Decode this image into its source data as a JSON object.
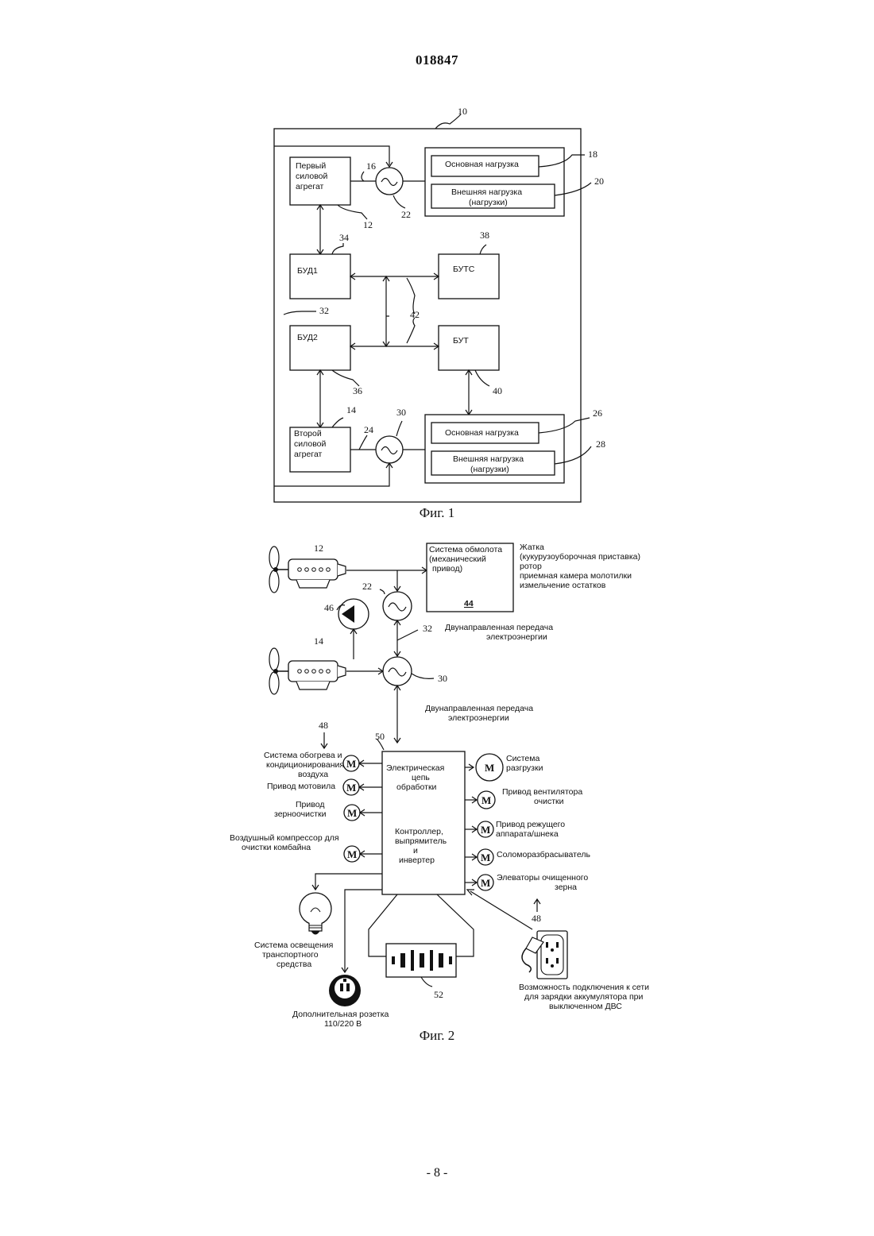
{
  "document_number": "018847",
  "page_number": "- 8 -",
  "fig1": {
    "caption": "Фиг. 1",
    "blocks": {
      "first_power_unit": [
        "Первый",
        "силовой",
        "агрегат"
      ],
      "second_power_unit": [
        "Второй",
        "силовой",
        "агрегат"
      ],
      "bud1": "БУД1",
      "bud2": "БУД2",
      "buts": "БУТС",
      "but": "БУТ",
      "main_load_top": "Основная нагрузка",
      "ext_load_top": [
        "Внешняя нагрузка",
        "(нагрузки)"
      ],
      "main_load_bottom": "Основная нагрузка",
      "ext_load_bottom": [
        "Внешняя нагрузка",
        "(нагрузки)"
      ]
    },
    "refs": [
      "10",
      "16",
      "18",
      "20",
      "22",
      "12",
      "34",
      "38",
      "42",
      "32",
      "36",
      "40",
      "14",
      "30",
      "24",
      "26",
      "28"
    ]
  },
  "fig2": {
    "caption": "Фиг. 2",
    "threshing_system": [
      "Система обмолота",
      "(механический",
      "привод)"
    ],
    "threshing_ref": "44",
    "header_list": [
      "Жатка",
      "(кукурузоуборочная приставка)",
      "ротор",
      "приемная камера молотилки",
      "измельчение остатков"
    ],
    "bidirectional_1": [
      "Двунаправленная передача",
      "электроэнергии"
    ],
    "bidirectional_2": [
      "Двунаправленная передача",
      "электроэнергии"
    ],
    "processing_circuit": [
      "Электрическая",
      "цепь",
      "обработки"
    ],
    "controller": [
      "Контроллер,",
      "выпрямитель",
      "и",
      "инвертер"
    ],
    "motor_symbol": "M",
    "left_loads": {
      "hvac": [
        "Система обогрева и",
        "кондиционирования",
        "воздуха"
      ],
      "reel": "Привод мотовила",
      "cleaning": [
        "Привод",
        "зерноочистки"
      ],
      "compressor": [
        "Воздушный компрессор для",
        "очистки комбайна"
      ]
    },
    "right_loads": {
      "unloading": [
        "Система",
        "разгрузки"
      ],
      "fan": [
        "Привод вентилятора",
        "очистки"
      ],
      "cutter": [
        "Привод режущего",
        "аппарата/шнека"
      ],
      "straw": "Соломоразбрасыватель",
      "elevators": [
        "Элеваторы очищенного",
        "зерна"
      ]
    },
    "lighting": [
      "Система освещения",
      "транспортного",
      "средства"
    ],
    "outlet": [
      "Дополнительная розетка",
      "110/220 В"
    ],
    "plugin": [
      "Возможность подключения к сети",
      "для зарядки аккумулятора при",
      "выключенном ДВС"
    ],
    "refs": [
      "12",
      "22",
      "46",
      "32",
      "14",
      "30",
      "48",
      "50",
      "48",
      "52"
    ]
  }
}
